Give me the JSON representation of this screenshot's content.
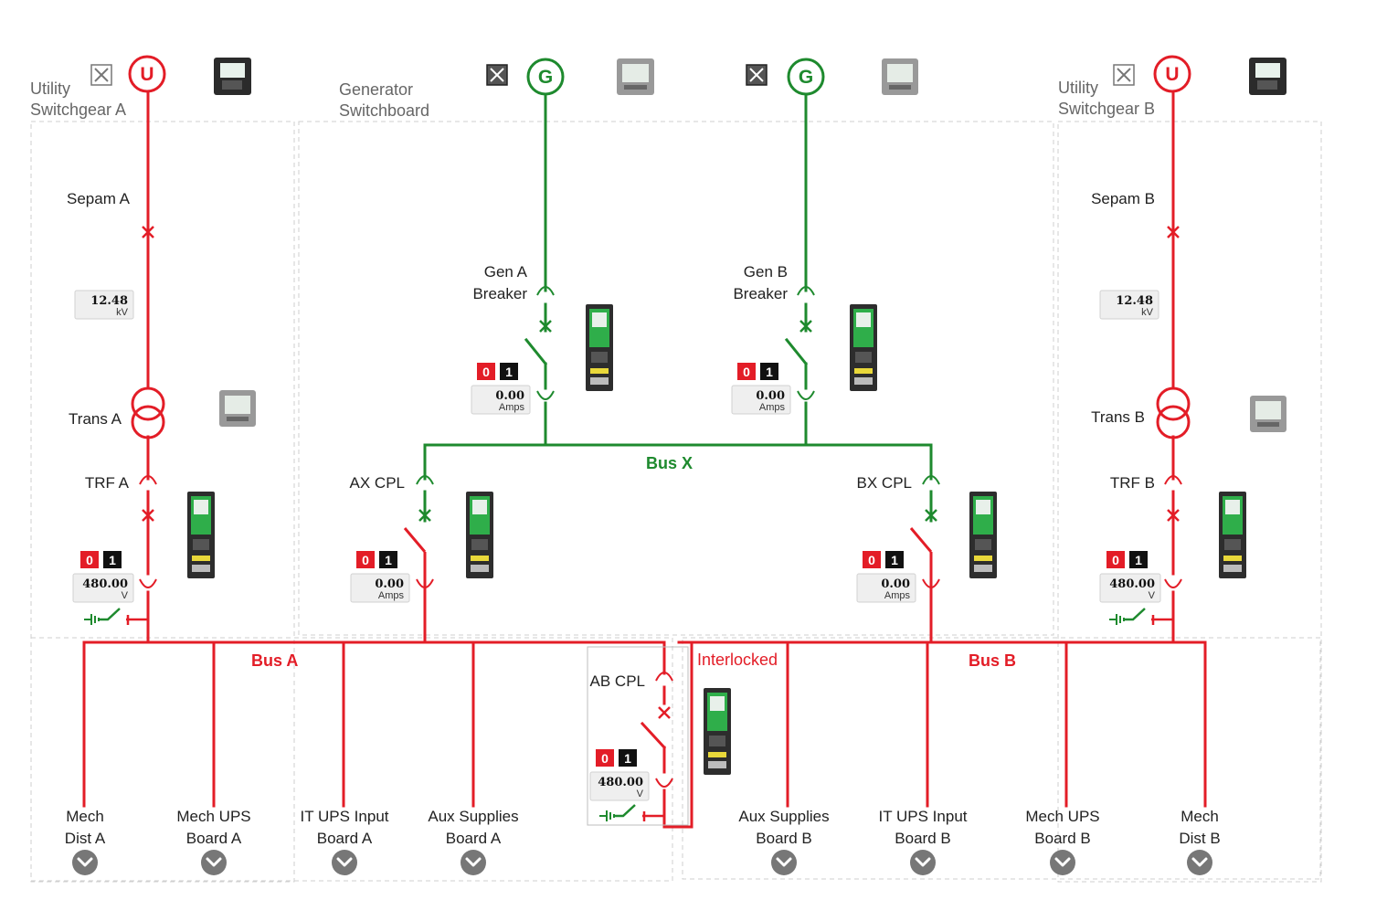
{
  "sections": {
    "utility_a": [
      "Utility",
      "Switchgear A"
    ],
    "generator": [
      "Generator",
      "Switchboard"
    ],
    "utility_b": [
      "Utility",
      "Switchgear B"
    ]
  },
  "sources": {
    "utility": "U",
    "generator": "G"
  },
  "devices": {
    "sepam_a": "Sepam A",
    "sepam_b": "Sepam B",
    "trans_a": "Trans A",
    "trans_b": "Trans B",
    "trf_a": "TRF A",
    "trf_b": "TRF B",
    "gen_a_breaker": [
      "Gen A",
      "Breaker"
    ],
    "gen_b_breaker": [
      "Gen B",
      "Breaker"
    ],
    "ax_cpl": "AX CPL",
    "bx_cpl": "BX CPL",
    "ab_cpl": "AB CPL"
  },
  "buses": {
    "a": "Bus A",
    "b": "Bus B",
    "x": "Bus X"
  },
  "interlock_label": "Interlocked",
  "state_flags": {
    "off": "0",
    "on": "1"
  },
  "readings": {
    "util_a_kv": {
      "value": "12.48",
      "unit": "kV"
    },
    "util_b_kv": {
      "value": "12.48",
      "unit": "kV"
    },
    "gen_a_amps": {
      "value": "0.00",
      "unit": "Amps"
    },
    "gen_b_amps": {
      "value": "0.00",
      "unit": "Amps"
    },
    "trf_a_v": {
      "value": "480.00",
      "unit": "V"
    },
    "trf_b_v": {
      "value": "480.00",
      "unit": "V"
    },
    "ax_amps": {
      "value": "0.00",
      "unit": "Amps"
    },
    "bx_amps": {
      "value": "0.00",
      "unit": "Amps"
    },
    "ab_v": {
      "value": "480.00",
      "unit": "V"
    }
  },
  "feeders": {
    "mech_dist_a": [
      "Mech",
      "Dist A"
    ],
    "mech_ups_a": [
      "Mech UPS",
      "Board A"
    ],
    "it_ups_a": [
      "IT UPS Input",
      "Board A"
    ],
    "aux_a": [
      "Aux Supplies",
      "Board A"
    ],
    "aux_b": [
      "Aux Supplies",
      "Board B"
    ],
    "it_ups_b": [
      "IT UPS Input",
      "Board B"
    ],
    "mech_ups_b": [
      "Mech UPS",
      "Board B"
    ],
    "mech_dist_b": [
      "Mech",
      "Dist B"
    ]
  },
  "icons": {
    "source": "utility-source-icon",
    "generator": "generator-source-icon",
    "fan": "fan-icon",
    "meter": "power-meter-icon",
    "relay": "protection-relay-icon",
    "navigate": "chevron-down-icon",
    "earth": "earth-switch-icon"
  },
  "colors": {
    "energized": "#e31d27",
    "generator": "#1e8a2e",
    "state_off": "#e31d27",
    "state_on": "#111111",
    "nav": "#777777"
  }
}
